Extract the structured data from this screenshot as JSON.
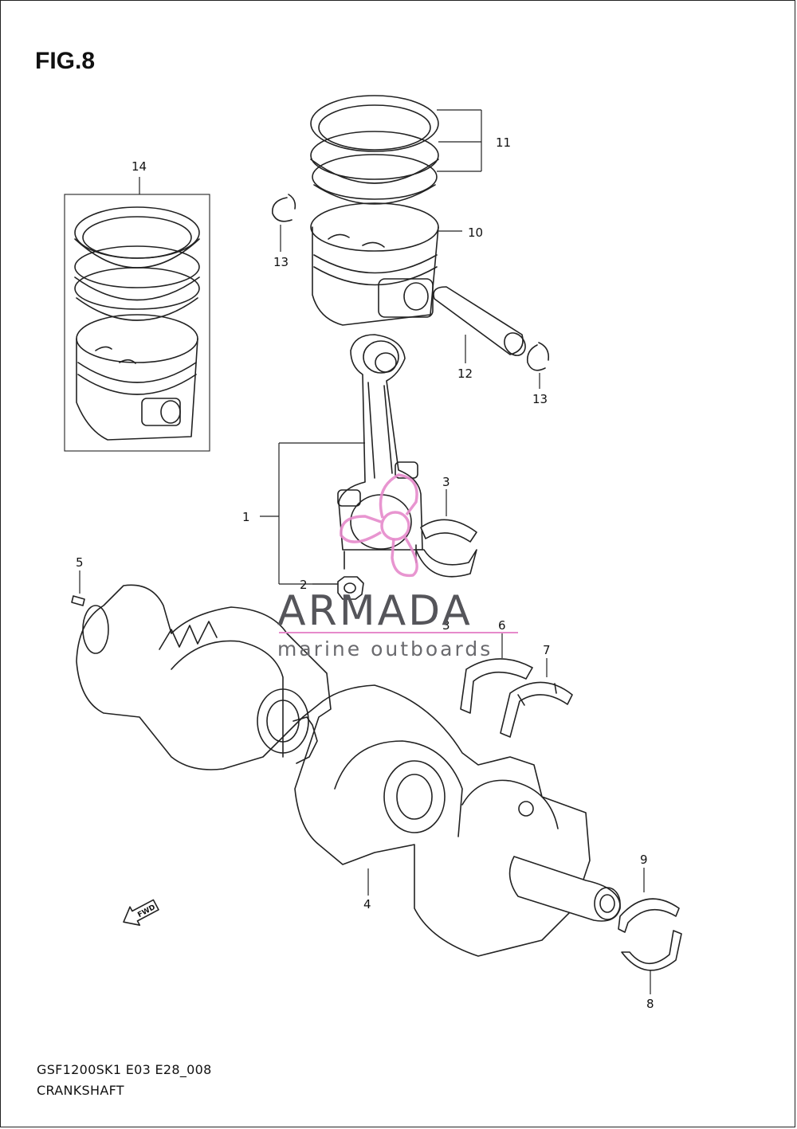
{
  "figure": {
    "title": "FIG.8"
  },
  "footer": {
    "code": "GSF1200SK1 E03 E28_008",
    "name": "CRANKSHAFT"
  },
  "callouts": {
    "c1": "1",
    "c2": "2",
    "c3a": "3",
    "c3b": "3",
    "c4": "4",
    "c5": "5",
    "c6": "6",
    "c7": "7",
    "c8": "8",
    "c9": "9",
    "c10": "10",
    "c11": "11",
    "c12": "12",
    "c13a": "13",
    "c13b": "13",
    "c14": "14"
  },
  "watermark": {
    "brand": "ARMADA",
    "tagline": "marine outboards",
    "color": "#e68acb"
  },
  "fwd_marker": {
    "label": "FWD"
  }
}
